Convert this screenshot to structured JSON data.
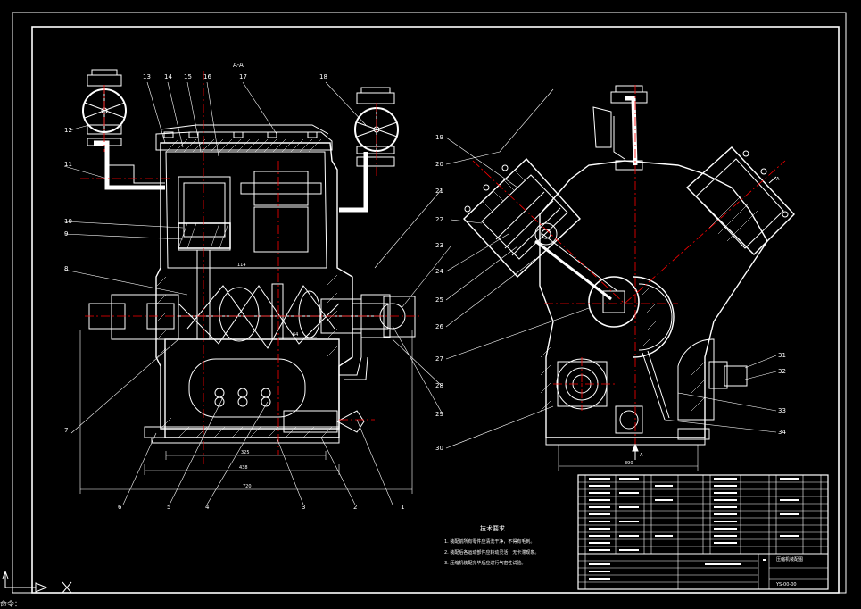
{
  "drawing": {
    "section_label": "A-A",
    "view_arrow_label": "A",
    "view_arrow_label_right": "A",
    "part_numbers_left": [
      "1",
      "2",
      "3",
      "4",
      "5",
      "6",
      "7",
      "8",
      "9",
      "10",
      "11",
      "12",
      "13",
      "14",
      "15",
      "16",
      "17",
      "18"
    ],
    "part_numbers_right": [
      "19",
      "20",
      "21",
      "22",
      "23",
      "24",
      "25",
      "26",
      "27",
      "28",
      "29",
      "30",
      "31",
      "32",
      "33",
      "34"
    ],
    "dimensions": {
      "d1": "114",
      "d2": "64",
      "d3": "325",
      "d4": "438",
      "d5": "720",
      "d6": "390"
    },
    "notes_title": "技术要求",
    "notes": [
      "1. 装配前所有零件应清洗干净，不得有毛刺。",
      "2. 装配后各运动部件应转动灵活，无卡滞现象。",
      "3. 压缩机装配完毕后应进行气密性试验。"
    ],
    "title_block": {
      "drawing_title": "压缩机装配图",
      "drawing_number": "YS-00-00"
    }
  },
  "command_line": "命令：",
  "colors": {
    "background": "#000000",
    "lines": "#ffffff",
    "centerline": "#ff0000",
    "hatch": "#ffffff"
  }
}
